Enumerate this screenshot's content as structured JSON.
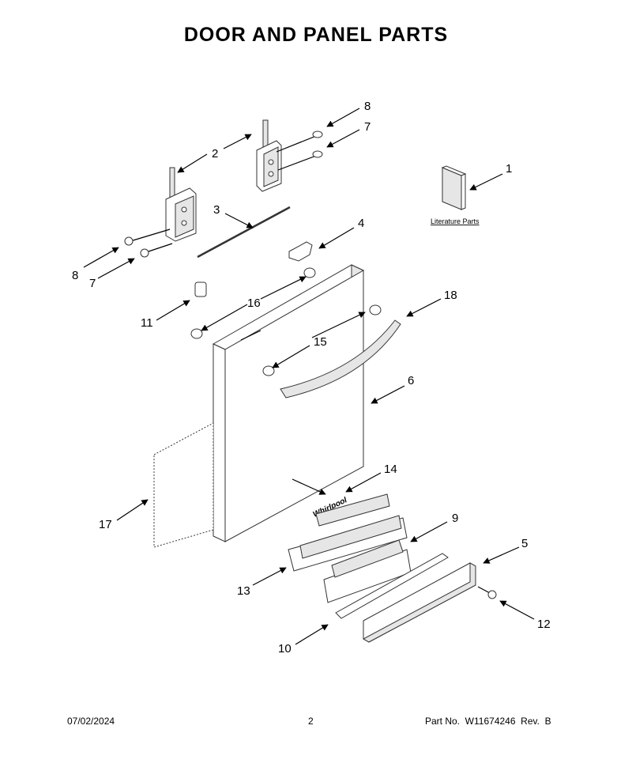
{
  "title": "DOOR AND PANEL PARTS",
  "literature_label": "Literature Parts",
  "brand_logo": "Whirlpool",
  "callouts": [
    "1",
    "2",
    "3",
    "4",
    "5",
    "6",
    "7",
    "7",
    "8",
    "8",
    "9",
    "10",
    "11",
    "12",
    "13",
    "14",
    "15",
    "16",
    "17",
    "18"
  ],
  "footer": {
    "date": "07/02/2024",
    "page": "2",
    "part_no": "Part No.  W11674246  Rev.  B"
  }
}
